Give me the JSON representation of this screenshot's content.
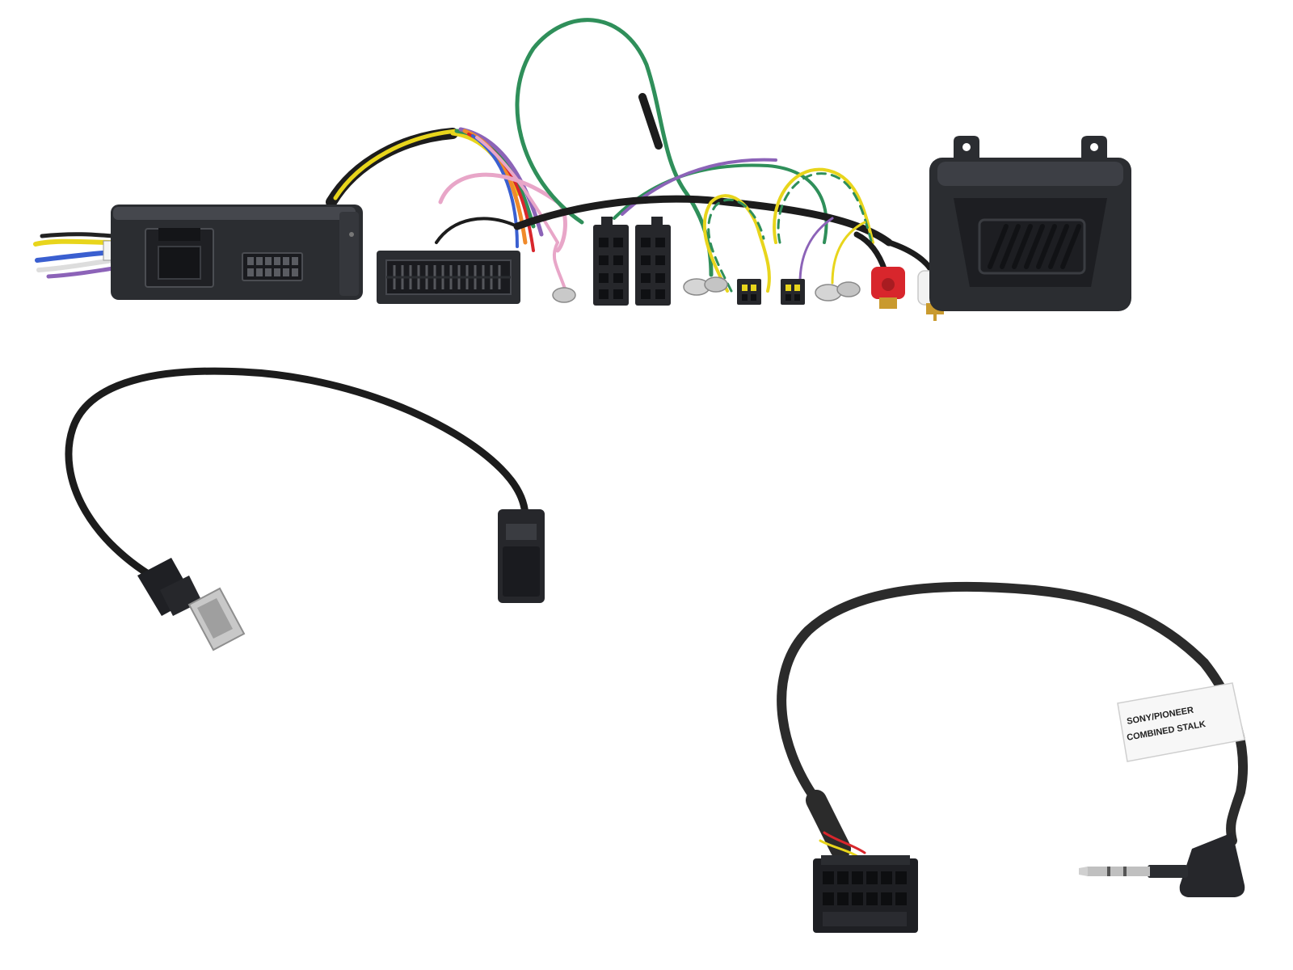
{
  "cable_label": {
    "line1": "SONY/PIONEER",
    "line2": "COMBINED STALK"
  },
  "colors": {
    "background": "#ffffff",
    "plastic_dark": "#2b2d31",
    "plastic_mid": "#3a3c41",
    "cable": "#1c1c1c",
    "wire_yellow": "#e8d51c",
    "wire_green": "#2f8f5a",
    "wire_pink": "#e8a6c8",
    "wire_purple": "#8c63b8",
    "wire_orange": "#f08a2a",
    "wire_blue": "#3a5fd0",
    "rca_red": "#d8262c",
    "rca_white": "#f2f2f2",
    "gold": "#c99a2e"
  },
  "icons": [
    "interface-box",
    "iso-connector",
    "rca-plug",
    "usb-a-plug",
    "usb-socket",
    "jack-plug",
    "multipin-connector"
  ]
}
